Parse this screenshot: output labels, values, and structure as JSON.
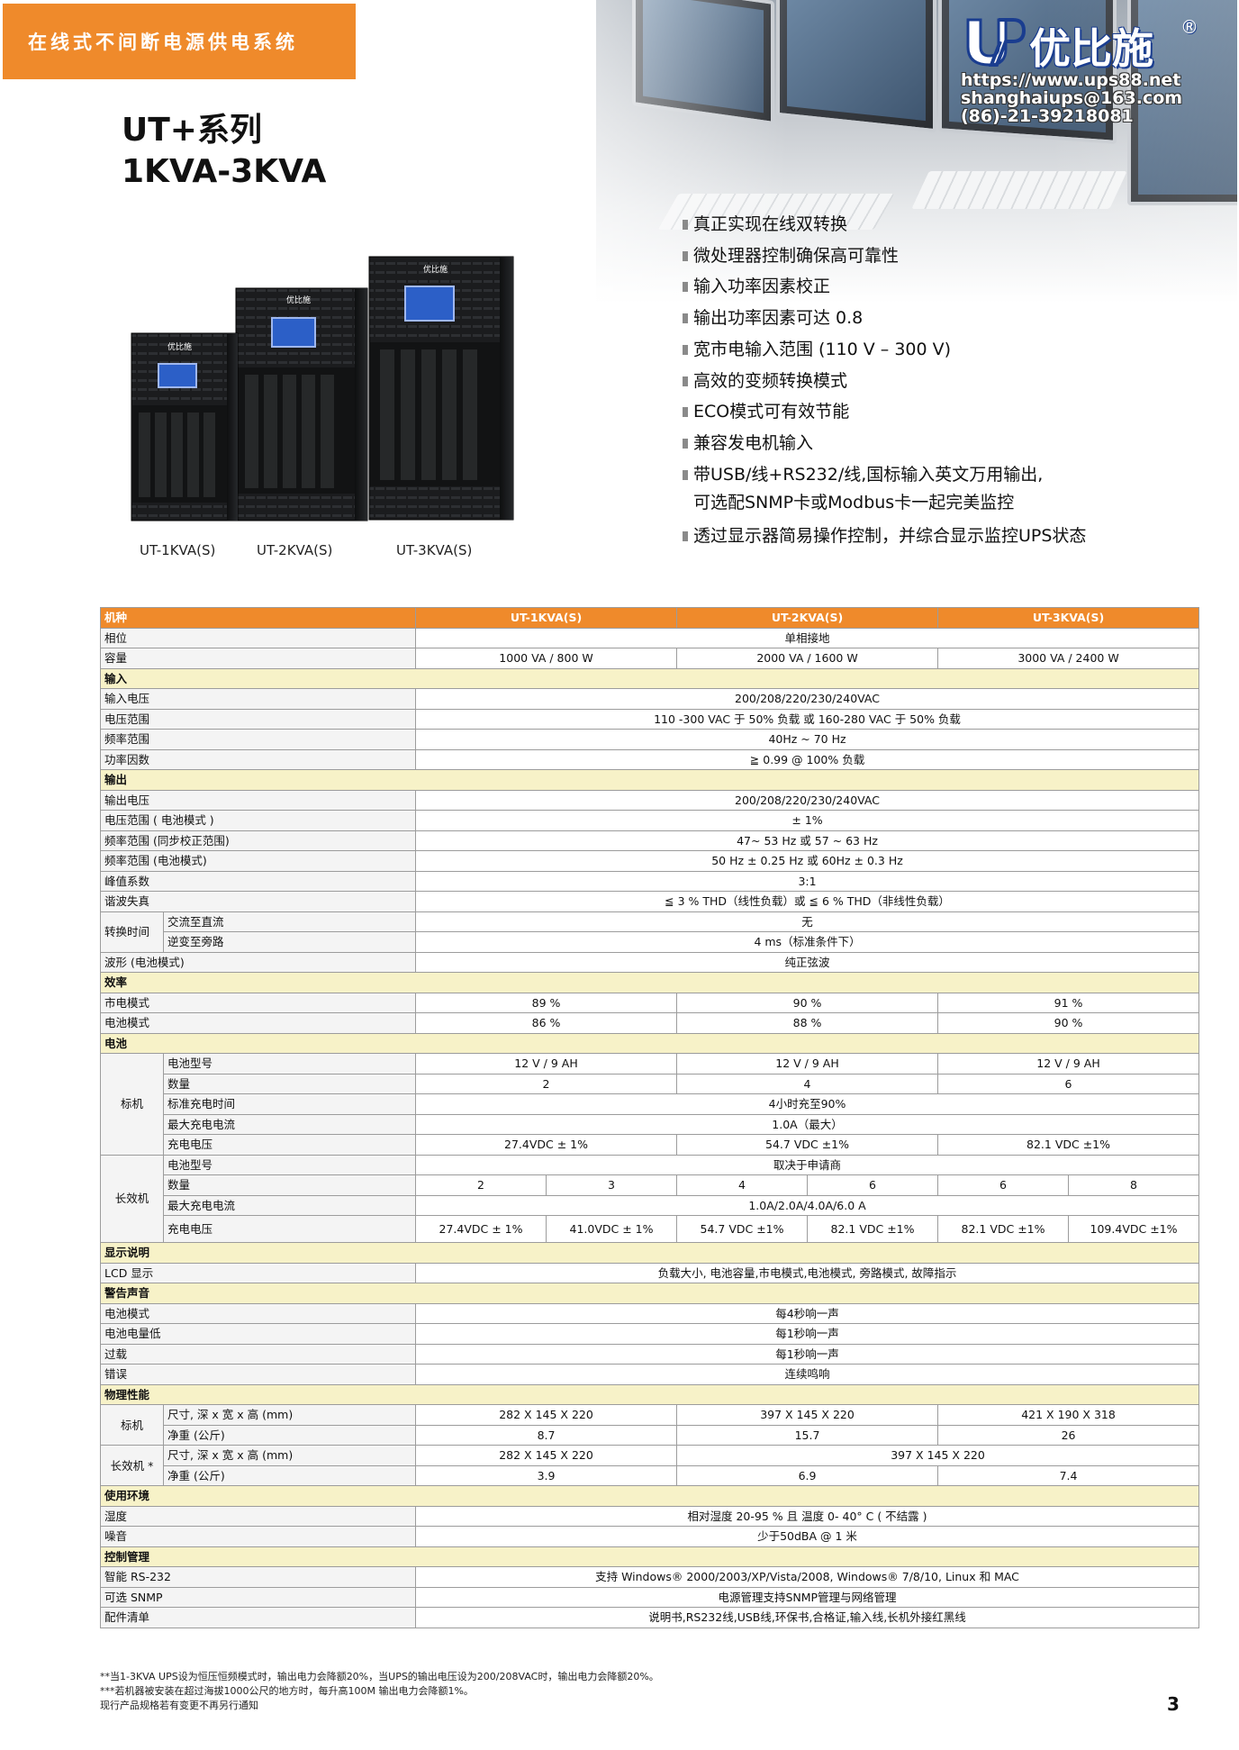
{
  "banner": "在线式不间断电源供电系统",
  "series": {
    "line1": "UT+系列",
    "line2": "1KVA-3KVA"
  },
  "logo": {
    "name": "优比施",
    "reg": "®",
    "url": "https://www.ups88.net",
    "email": "shanghaiups@163.com",
    "phone": "(86)-21-39218081"
  },
  "features": [
    "真正实现在线双转换",
    "微处理器控制确保高可靠性",
    "输入功率因素校正",
    "输出功率因素可达 0.8",
    "宽市电输入范围 (110 V – 300 V)",
    "高效的变频转换模式",
    "ECO模式可有效节能",
    "兼容发电机输入",
    "带USB/线+RS232/线,国标输入英文万用输出,",
    "可选配SNMP卡或Modbus卡一起完美监控",
    "透过显示器简易操作控制，并综合显示监控UPS状态"
  ],
  "models": {
    "m1": "UT-1KVA(S)",
    "m2": "UT-2KVA(S)",
    "m3": "UT-3KVA(S)",
    "brand": "优比施"
  },
  "table": {
    "h_model": "机种",
    "phase": [
      "相位",
      "单相接地"
    ],
    "capacity": [
      "容量",
      "1000 VA / 800 W",
      "2000 VA / 1600 W",
      "3000 VA / 2400 W"
    ],
    "s_input": "输入",
    "in_v": [
      "输入电压",
      "200/208/220/230/240VAC"
    ],
    "in_range": [
      "电压范围",
      "110 -300 VAC  于 50% 负载 或 160-280 VAC 于 50% 负载"
    ],
    "in_freq": [
      "频率范围",
      "40Hz ~ 70 Hz"
    ],
    "in_pf": [
      "功率因数",
      "≧ 0.99 @ 100% 负载"
    ],
    "s_output": "输出",
    "out_v": [
      "输出电压",
      "200/208/220/230/240VAC"
    ],
    "out_reg": [
      "电压范围 ( 电池模式 )",
      "± 1%"
    ],
    "out_fsync": [
      "频率范围 (同步校正范围)",
      "47~ 53 Hz 或 57 ~ 63 Hz"
    ],
    "out_fbat": [
      "频率范围 (电池模式)",
      "50 Hz ± 0.25 Hz 或 60Hz ± 0.3 Hz"
    ],
    "crest": [
      "峰值系数",
      "3:1"
    ],
    "thd": [
      "谐波失真",
      "≦ 3 % THD（线性负载）或 ≦ 6 % THD（非线性负载）"
    ],
    "transfer": {
      "label": "转换时间",
      "ac_dc": "交流至直流",
      "ac_dc_v": "无",
      "inv_byp": "逆变至旁路",
      "inv_byp_v": "4 ms（标准条件下）"
    },
    "wave": [
      "波形 (电池模式)",
      "纯正弦波"
    ],
    "s_eff": "效率",
    "eff_ac": [
      "市电模式",
      "89 %",
      "90 %",
      "91 %"
    ],
    "eff_bat": [
      "电池模式",
      "86 %",
      "88 %",
      "90 %"
    ],
    "s_bat": "电池",
    "std": {
      "label": "标机",
      "type": [
        "电池型号",
        "12 V / 9 AH",
        "12 V / 9 AH",
        "12 V / 9 AH"
      ],
      "qty": [
        "数量",
        "2",
        "4",
        "6"
      ],
      "recharge": [
        "标准充电时间",
        "4小时充至90%"
      ],
      "maxchg": [
        "最大充电电流",
        "1.0A（最大）"
      ],
      "chgv": [
        "充电电压",
        "27.4VDC ± 1%",
        "54.7 VDC ±1%",
        "82.1 VDC ±1%"
      ]
    },
    "long": {
      "label": "长效机",
      "type": [
        "电池型号",
        "取决于申请商"
      ],
      "qty": [
        "数量",
        "2",
        "3",
        "4",
        "6",
        "6",
        "8"
      ],
      "maxchg": [
        "最大充电电流",
        "1.0A/2.0A/4.0A/6.0 A"
      ],
      "chgv": [
        "充电电压",
        "27.4VDC ± 1%",
        "41.0VDC ± 1%",
        "54.7 VDC ±1%",
        "82.1 VDC ±1%",
        "82.1 VDC ±1%",
        "109.4VDC ±1%"
      ]
    },
    "s_disp": "显示说明",
    "lcd": [
      "LCD 显示",
      "负载大小, 电池容量,市电模式,电池模式, 旁路模式, 故障指示"
    ],
    "s_alarm": "警告声音",
    "al_bat": [
      "电池模式",
      "每4秒响一声"
    ],
    "al_low": [
      "电池电量低",
      "每1秒响一声"
    ],
    "al_over": [
      "过载",
      "每1秒响一声"
    ],
    "al_err": [
      "错误",
      "连续鸣响"
    ],
    "s_phys": "物理性能",
    "phys_std": {
      "label": "标机",
      "dim": [
        "尺寸, 深 x 宽 x 高 (mm)",
        "282 X 145 X 220",
        "397 X 145 X 220",
        "421 X 190 X 318"
      ],
      "wt": [
        "净重 (公斤)",
        "8.7",
        "15.7",
        "26"
      ]
    },
    "phys_long": {
      "label": "长效机 *",
      "dim": [
        "尺寸, 深 x 宽 x 高 (mm)",
        "282 X 145 X 220",
        "397 X 145 X 220"
      ],
      "wt": [
        "净重 (公斤)",
        "3.9",
        "6.9",
        "7.4"
      ]
    },
    "s_env": "使用环境",
    "humid": [
      "湿度",
      "相对湿度 20-95 % 且 温度 0- 40° C ( 不结露 )"
    ],
    "noise": [
      "噪音",
      "少于50dBA @ 1 米"
    ],
    "s_ctrl": "控制管理",
    "rs232": [
      "智能 RS-232",
      "支持 Windows® 2000/2003/XP/Vista/2008, Windows® 7/8/10, Linux 和 MAC"
    ],
    "snmp": [
      "可选 SNMP",
      "电源管理支持SNMP管理与网络管理"
    ],
    "acc": [
      "配件清单",
      "说明书,RS232线,USB线,环保书,合格证,输入线,长机外接红黑线"
    ]
  },
  "notes": [
    "**当1-3KVA UPS设为恒压恒频模式时，输出电力会降额20%，当UPS的输出电压设为200/208VAC时，输出电力会降额20%。",
    "***若机器被安装在超过海拔1000公尺的地方时，每升高100M 输出电力会降额1%。",
    "现行产品规格若有变更不再另行通知"
  ],
  "page": "3"
}
